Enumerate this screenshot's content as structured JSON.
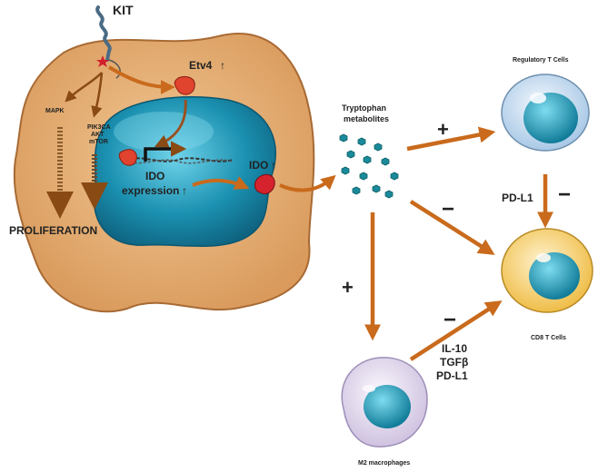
{
  "labels": {
    "kit": "KIT",
    "etv4": "Etv4",
    "mapk": "MAPK",
    "pik3ca": "PIK3CA",
    "akt": "AKT",
    "mtor": "mTOR",
    "proliferation": "PROLIFERATION",
    "ido_expression_1": "IDO",
    "ido_expression_2": "expression",
    "ido_protein": "IDO",
    "tryptophan_1": "Tryptophan",
    "tryptophan_2": "metabolites",
    "treg": "Regulatory T Cells",
    "pd_l1": "PD-L1",
    "cd8": "CD8 T Cells",
    "m2": "M2 macrophages",
    "cytokine_1": "IL-10",
    "cytokine_2": "TGFβ",
    "cytokine_3": "PD-L1",
    "plus": "+",
    "minus": "−"
  },
  "colors": {
    "cell_body": "#e8b27a",
    "nucleus": "#1b90b0",
    "arrow": "#c96a1c",
    "red_sign": "#c0161e",
    "dot": "#1a8a9a",
    "treg_cell": "#cfe3f3",
    "cd8_cell": "#f5d27a",
    "m2_cell": "#e4dcef"
  }
}
